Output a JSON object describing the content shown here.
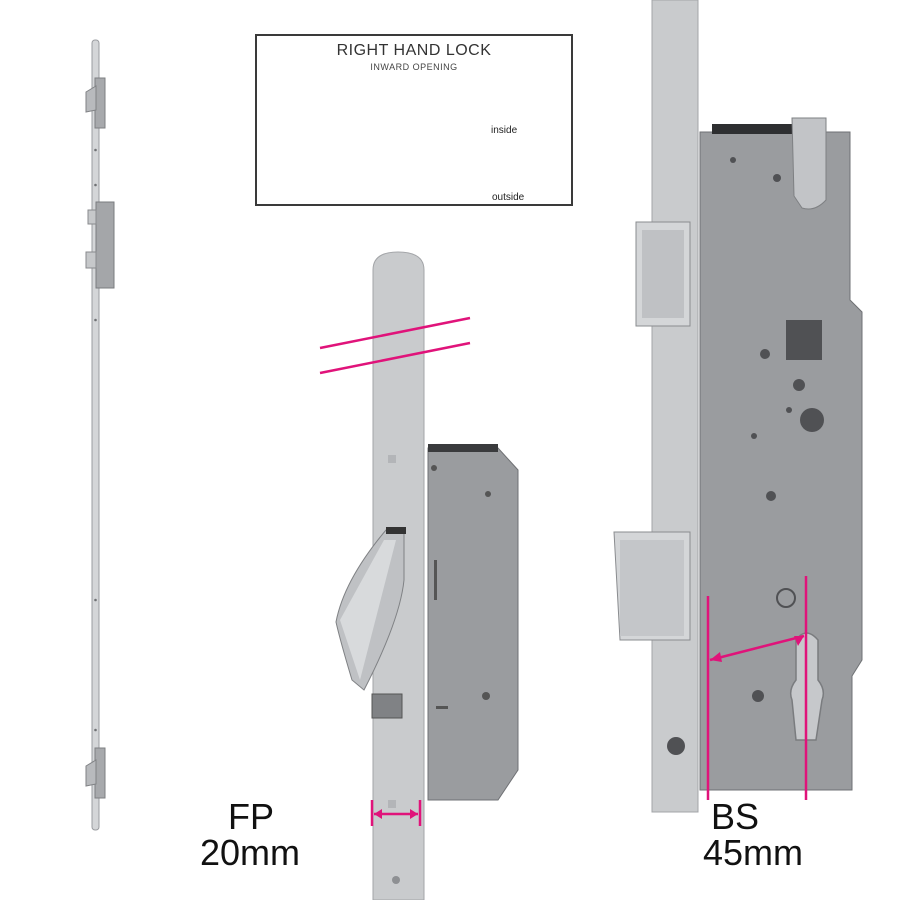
{
  "diagram": {
    "title": "RIGHT HAND LOCK",
    "subtitle": "INWARD OPENING",
    "inside_label": "inside",
    "outside_label": "outside"
  },
  "forend": {
    "label": "FP",
    "value": "20mm"
  },
  "backset": {
    "label": "BS",
    "value": "45mm"
  },
  "colors": {
    "accent": "#e0137a",
    "door": "#c4501b",
    "steel": "#c9cbcd",
    "case": "#9a9c9f"
  }
}
